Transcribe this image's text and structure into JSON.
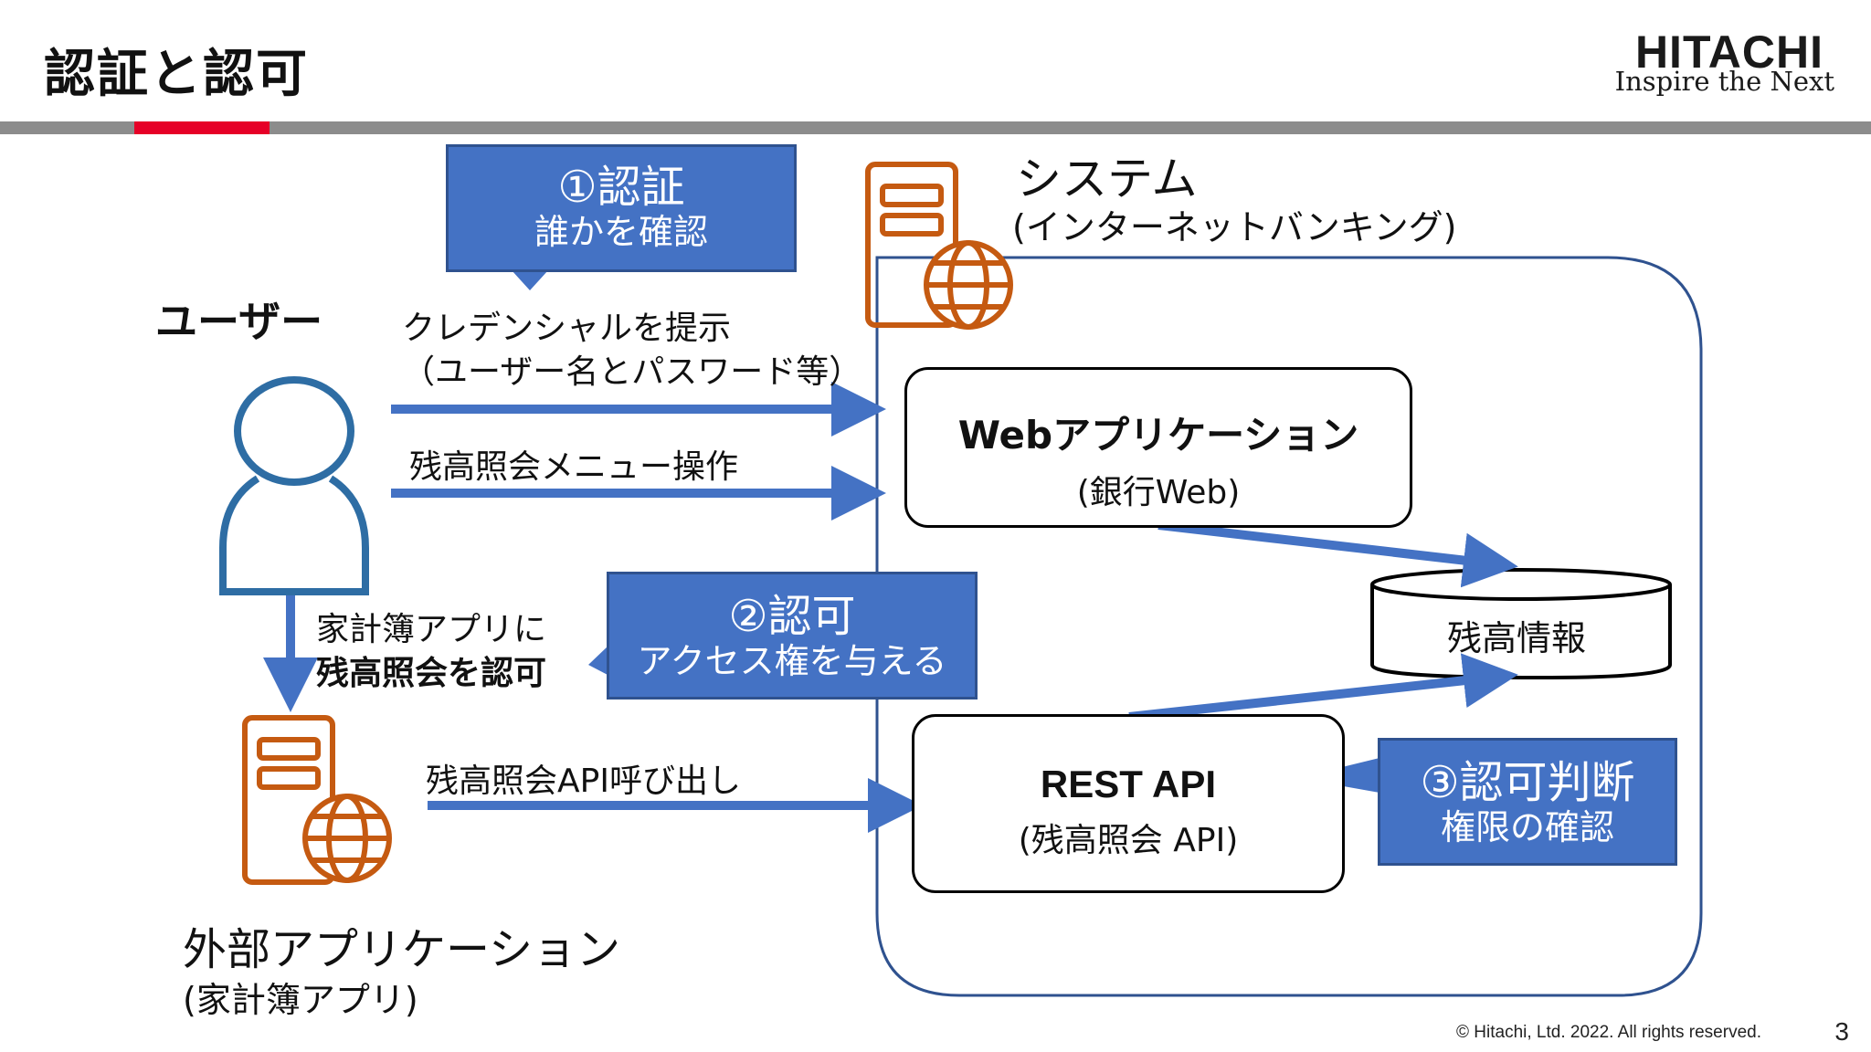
{
  "header": {
    "title": "認証と認可",
    "brand_name": "HITACHI",
    "brand_tagline": "Inspire the Next"
  },
  "user": {
    "label": "ユーザー"
  },
  "system": {
    "title": "システム",
    "subtitle": "(インターネットバンキング)"
  },
  "callouts": {
    "authentication": {
      "title": "①認証",
      "subtitle": "誰かを確認"
    },
    "authorization": {
      "title": "②認可",
      "subtitle": "アクセス権を与える"
    },
    "authorization_decision": {
      "title": "③認可判断",
      "subtitle": "権限の確認"
    }
  },
  "flows": {
    "credentials_line1": "クレデンシャルを提示",
    "credentials_line2": "（ユーザー名とパスワード等）",
    "menu_operation": "残高照会メニュー操作",
    "grant_line1": "家計簿アプリに",
    "grant_line2": "残高照会を認可",
    "api_call": "残高照会API呼び出し"
  },
  "web_app": {
    "title": "Webアプリケーション",
    "subtitle": "(銀行Web)"
  },
  "database": {
    "label": "残高情報"
  },
  "rest_api": {
    "title": "REST API",
    "subtitle": "(残高照会 API)"
  },
  "external_app": {
    "title": "外部アプリケーション",
    "subtitle": "(家計簿アプリ)"
  },
  "footer": {
    "copyright": "© Hitachi, Ltd. 2022. All rights reserved.",
    "page_number": "3"
  },
  "colors": {
    "callout_blue": "#4472c4",
    "arrow_blue": "#4472c4",
    "server_orange": "#c55a11",
    "user_outline": "#2e6da4",
    "system_border": "#2f528f",
    "brand_red": "#e60027"
  }
}
